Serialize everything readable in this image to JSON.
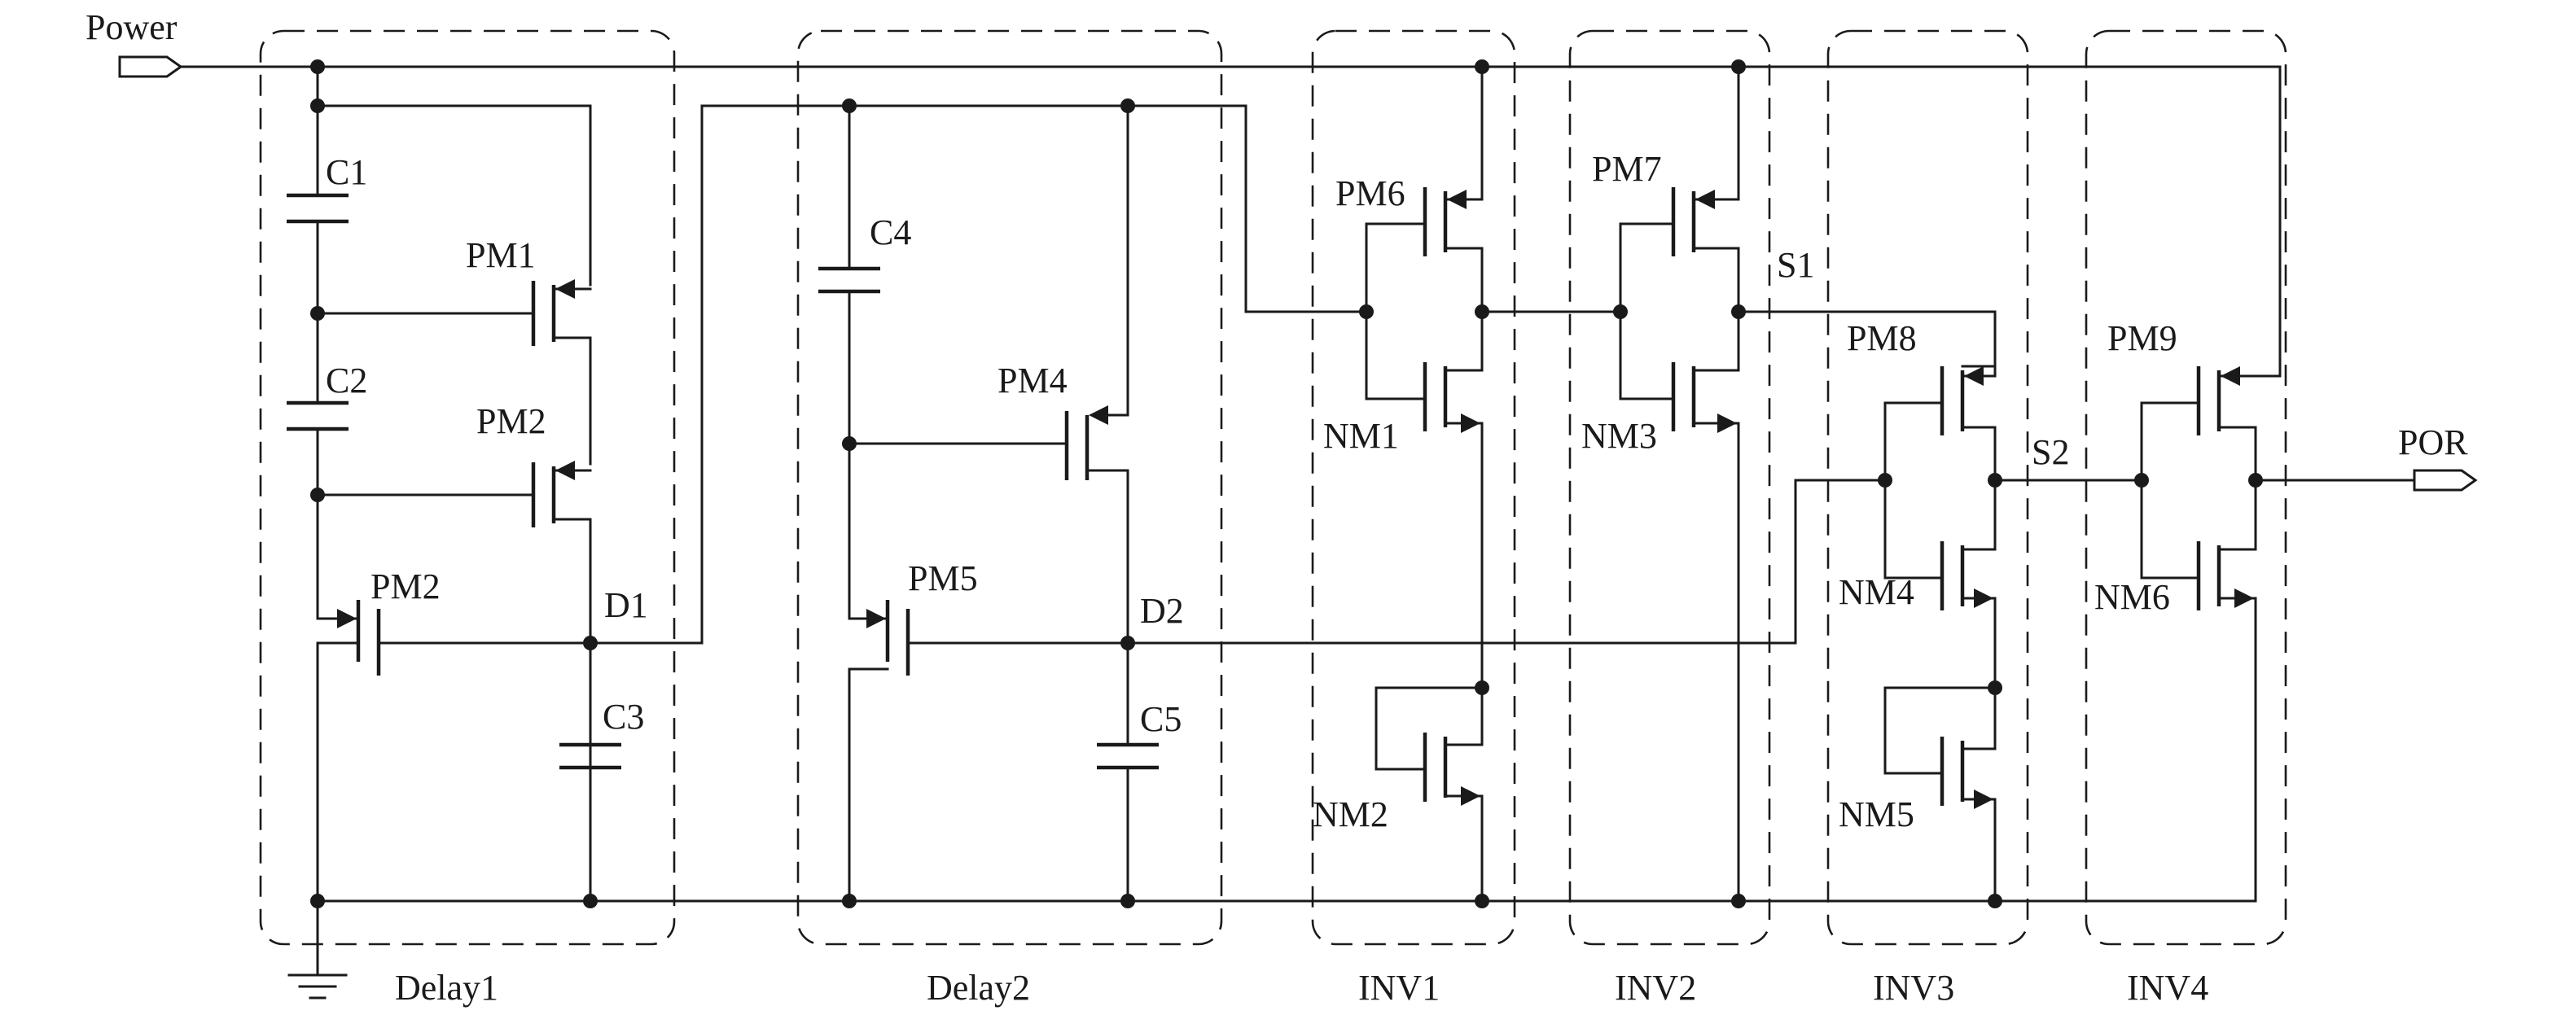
{
  "ports": {
    "input": "Power",
    "output": "POR"
  },
  "blocks": {
    "delay1": "Delay1",
    "delay2": "Delay2",
    "inv1": "INV1",
    "inv2": "INV2",
    "inv3": "INV3",
    "inv4": "INV4"
  },
  "capacitors": {
    "c1": "C1",
    "c2": "C2",
    "c3": "C3",
    "c4": "C4",
    "c5": "C5"
  },
  "transistors": {
    "pm1": "PM1",
    "pm2_upper": "PM2",
    "pm2_lower": "PM2",
    "pm4": "PM4",
    "pm5": "PM5",
    "pm6": "PM6",
    "pm7": "PM7",
    "pm8": "PM8",
    "pm9": "PM9",
    "nm1": "NM1",
    "nm2": "NM2",
    "nm3": "NM3",
    "nm4": "NM4",
    "nm5": "NM5",
    "nm6": "NM6"
  },
  "nets": {
    "d1": "D1",
    "d2": "D2",
    "s1": "S1",
    "s2": "S2"
  }
}
